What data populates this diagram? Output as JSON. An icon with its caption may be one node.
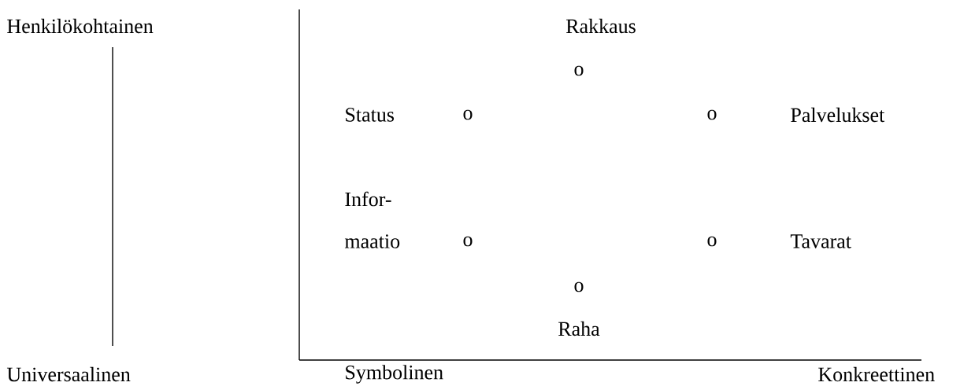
{
  "diagram": {
    "labels": [
      "Henkilökohtainen",
      "Rakkaus",
      "o",
      "Status",
      "o",
      "o",
      "Palvelukset",
      "Infor-",
      "maatio",
      "o",
      "o",
      "Tavarat",
      "o",
      "Raha",
      "Universaalinen",
      "Symbolinen",
      "Konkreettinen"
    ]
  }
}
